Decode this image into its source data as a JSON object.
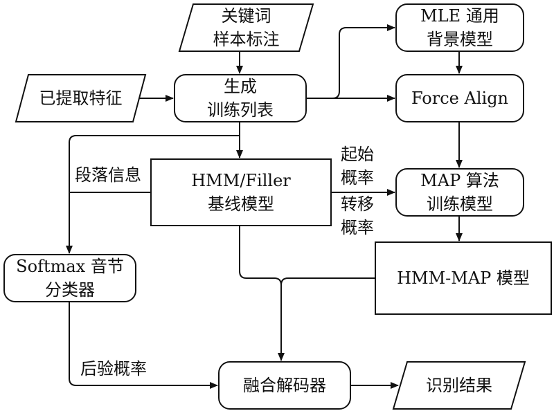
{
  "colors": {
    "stroke": "#111111",
    "background": "#ffffff"
  },
  "nodes": {
    "keyword_labels": {
      "line1": "关键词",
      "line2": "样本标注"
    },
    "extracted_features": {
      "line1": "已提取特征"
    },
    "generate_training_list": {
      "line1": "生成",
      "line2": "训练列表"
    },
    "mle_background_model": {
      "line1": "MLE 通用",
      "line2": "背景模型"
    },
    "force_align": {
      "line1": "Force Align"
    },
    "hmm_filler_baseline": {
      "line1": "HMM/Filler",
      "line2": "基线模型"
    },
    "map_training": {
      "line1": "MAP 算法",
      "line2": "训练模型"
    },
    "hmm_map_model": {
      "line1": "HMM-MAP 模型"
    },
    "softmax_classifier": {
      "line1": "Softmax 音节",
      "line2": "分类器"
    },
    "fusion_decoder": {
      "line1": "融合解码器"
    },
    "recognition_result": {
      "line1": "识别结果"
    }
  },
  "edge_labels": {
    "segment_info": "段落信息",
    "start_prob": {
      "line1": "起始",
      "line2": "概率"
    },
    "transition_prob": {
      "line1": "转移",
      "line2": "概率"
    },
    "posterior_prob": "后验概率"
  }
}
